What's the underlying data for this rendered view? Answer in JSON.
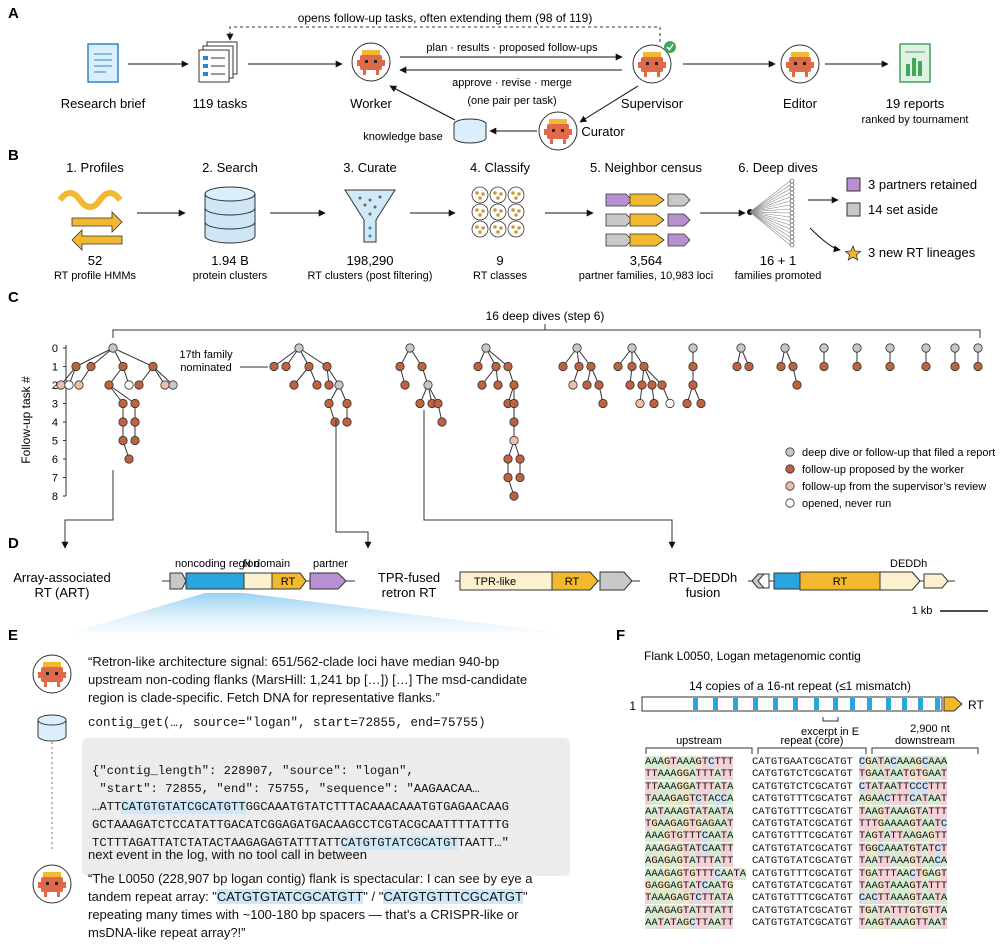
{
  "panelA": {
    "letter": "A",
    "loop_label": "opens follow-up tasks, often extending them (98 of 119)",
    "nodes": {
      "brief": "Research brief",
      "tasks": "119 tasks",
      "worker": "Worker",
      "supervisor": "Supervisor",
      "editor": "Editor",
      "reports": "19 reports",
      "reports_sub": "ranked by tournament",
      "curator": "Curator",
      "kb": "knowledge base"
    },
    "arrow_top": "plan · results · proposed follow-ups",
    "arrow_bottom": "approve · revise · merge",
    "pair_note": "(one pair per task)"
  },
  "panelB": {
    "letter": "B",
    "steps": [
      {
        "title": "1. Profiles",
        "value": "52",
        "sub": "RT profile HMMs",
        "icon": "helix-icon"
      },
      {
        "title": "2. Search",
        "value": "1.94 B",
        "sub": "protein clusters",
        "icon": "database-icon"
      },
      {
        "title": "3. Curate",
        "value": "198,290",
        "sub": "RT clusters (post filtering)",
        "icon": "funnel-icon"
      },
      {
        "title": "4. Classify",
        "value": "9",
        "sub": "RT classes",
        "icon": "classes-icon"
      },
      {
        "title": "5. Neighbor census",
        "value": "3,564",
        "sub": "partner families, 10,983 loci",
        "icon": "neighborhood-icon"
      },
      {
        "title": "6. Deep dives",
        "value": "16 + 1",
        "sub": "families promoted",
        "icon": "fan-icon"
      }
    ],
    "outcomes": [
      {
        "label": "3 partners retained",
        "color": "#b88fd0"
      },
      {
        "label": "14 set aside",
        "color": "#c8c8c8"
      },
      {
        "label": "3 new RT lineages",
        "color": "#f2b830"
      }
    ]
  },
  "panelC": {
    "letter": "C",
    "bracket_label": "16 deep dives (step 6)",
    "ylabel": "Follow-up task #",
    "yticks": [
      "0",
      "1",
      "2",
      "3",
      "4",
      "5",
      "6",
      "7",
      "8"
    ],
    "nominated_label": "17th family nominated",
    "legend": [
      {
        "label": "deep dive or follow-up that filed a report",
        "color": "#c7c7c7"
      },
      {
        "label": "follow-up proposed by the worker",
        "color": "#c0623f"
      },
      {
        "label": "follow-up from the supervisor’s review",
        "color": "#eebfa8"
      },
      {
        "label": "opened, never run",
        "color": "#ffffff"
      }
    ]
  },
  "panelD": {
    "letter": "D",
    "arch1": {
      "name": "Array-associated RT (ART)",
      "noncoding": "noncoding region",
      "ndomain": "N domain",
      "rt": "RT",
      "partner": "partner"
    },
    "arch2": {
      "name": "TPR-fused retron RT",
      "tpr": "TPR-like",
      "rt": "RT"
    },
    "arch3": {
      "name": "RT–DEDDh fusion",
      "rt": "RT",
      "deddh": "DEDDh"
    },
    "scale": "1 kb"
  },
  "panelE": {
    "letter": "E",
    "quote1": "“Retron-like architecture signal: 651/562-clade loci have median 940-bp upstream non-coding flanks (MarsHill: 1,241 bp […]) […] The msd-candidate region is clade-specific. Fetch DNA for representative flanks.”",
    "call": "contig_get(…, source=\"logan\", start=72855, end=75755)",
    "result_lines": [
      "{\"contig_length\": 228907, \"source\": \"logan\",",
      " \"start\": 72855, \"end\": 75755, \"sequence\": \"AAGAACAA…",
      "…ATTCATGTGTATCGCATGTTGGCAAATGTATCTTTACAAACAAATGTGAGAACAAG",
      "GCTAAAGATCTCCATATTGACATCGGAGATGACAAGCCTCGTACGCAATTTTATTTG",
      "TCTTTAGATTATCTATACTAAGAGAGTATTTATTCATGTGTATCGCATGTTAATT…\""
    ],
    "next_event": "next event in the log, with no tool call in between",
    "quote2_a": "“The L0050 (228,907 bp logan contig) flank is spectacular: I can see by eye a tandem repeat array: \"",
    "quote2_r1": "CATGTGTATCGCATGTT",
    "quote2_mid": "\" / \"",
    "quote2_r2": "CATGTGTTTCGCATGT",
    "quote2_b": "\" repeating many times with ~100-180 bp spacers — that's a CRISPR-like or msDNA-like repeat array?!”"
  },
  "panelF": {
    "letter": "F",
    "title": "Flank L0050, Logan metagenomic contig",
    "subtitle": "14 copies of a 16-nt repeat (≤1 mismatch)",
    "pos_start": "1",
    "pos_end": "2,900 nt",
    "gene": "RT",
    "excerpt": "excerpt in E",
    "headers": [
      "upstream",
      "repeat (core)",
      "downstream"
    ],
    "rows": [
      [
        "AAAGTAAAGTCTTT",
        "CATGTGAATCGCATGT",
        "CGATACAAAGCAAA"
      ],
      [
        "TTAAAGGATTTATT",
        "CATGTGTCTCGCATGT",
        "TGAATAATGTGAAT"
      ],
      [
        "TTAAAGGATTTATA",
        "CATGTGTCTCGCATGT",
        "CTATAATTCCCTTT"
      ],
      [
        "TAAAGAGTCTACCA",
        "CATGTGTTTCGCATGT",
        "AGAACTTTCATAAT"
      ],
      [
        "AATAAAGTATAATA",
        "CATGTGTTTCGCATGT",
        "TAAGTAAAGTATTT"
      ],
      [
        "TGAAGAGTGAGAAT",
        "CATGTGTATCGCATGT",
        "TTTGAAAAGTAATC"
      ],
      [
        "AAAGTGTTTCAATA",
        "CATGTGTTTCGCATGT",
        "TAGTATTAAGAGTT"
      ],
      [
        "AAAGAGTATCAATT",
        "CATGTGTATCGCATGT",
        "TGGCAAATGTATCT"
      ],
      [
        "AGAGAGTATTTATT",
        "CATGTGTATCGCATGT",
        "TAATTAAAGTAACA"
      ],
      [
        "AAAGAGTGTTTCAATA",
        "CATGTGTTTCGCATGT",
        "TGATTTAACTGAGT"
      ],
      [
        "GAGGAGTATCAATG",
        "CATGTGTATCGCATGT",
        "TAAGTAAAGTATTT"
      ],
      [
        "TAAAGAGTCTTATA",
        "CATGTGTTTCGCATGT",
        "CACTTAAAGTAATA"
      ],
      [
        "AAAGAGTATTTATT",
        "CATGTGTATCGCATGT",
        "TGATATTTGTGTTA"
      ],
      [
        "AATATAGCTTAATT",
        "CATGTGTATCGCATGT",
        "TAAGTAAAGTTAAT"
      ]
    ]
  }
}
